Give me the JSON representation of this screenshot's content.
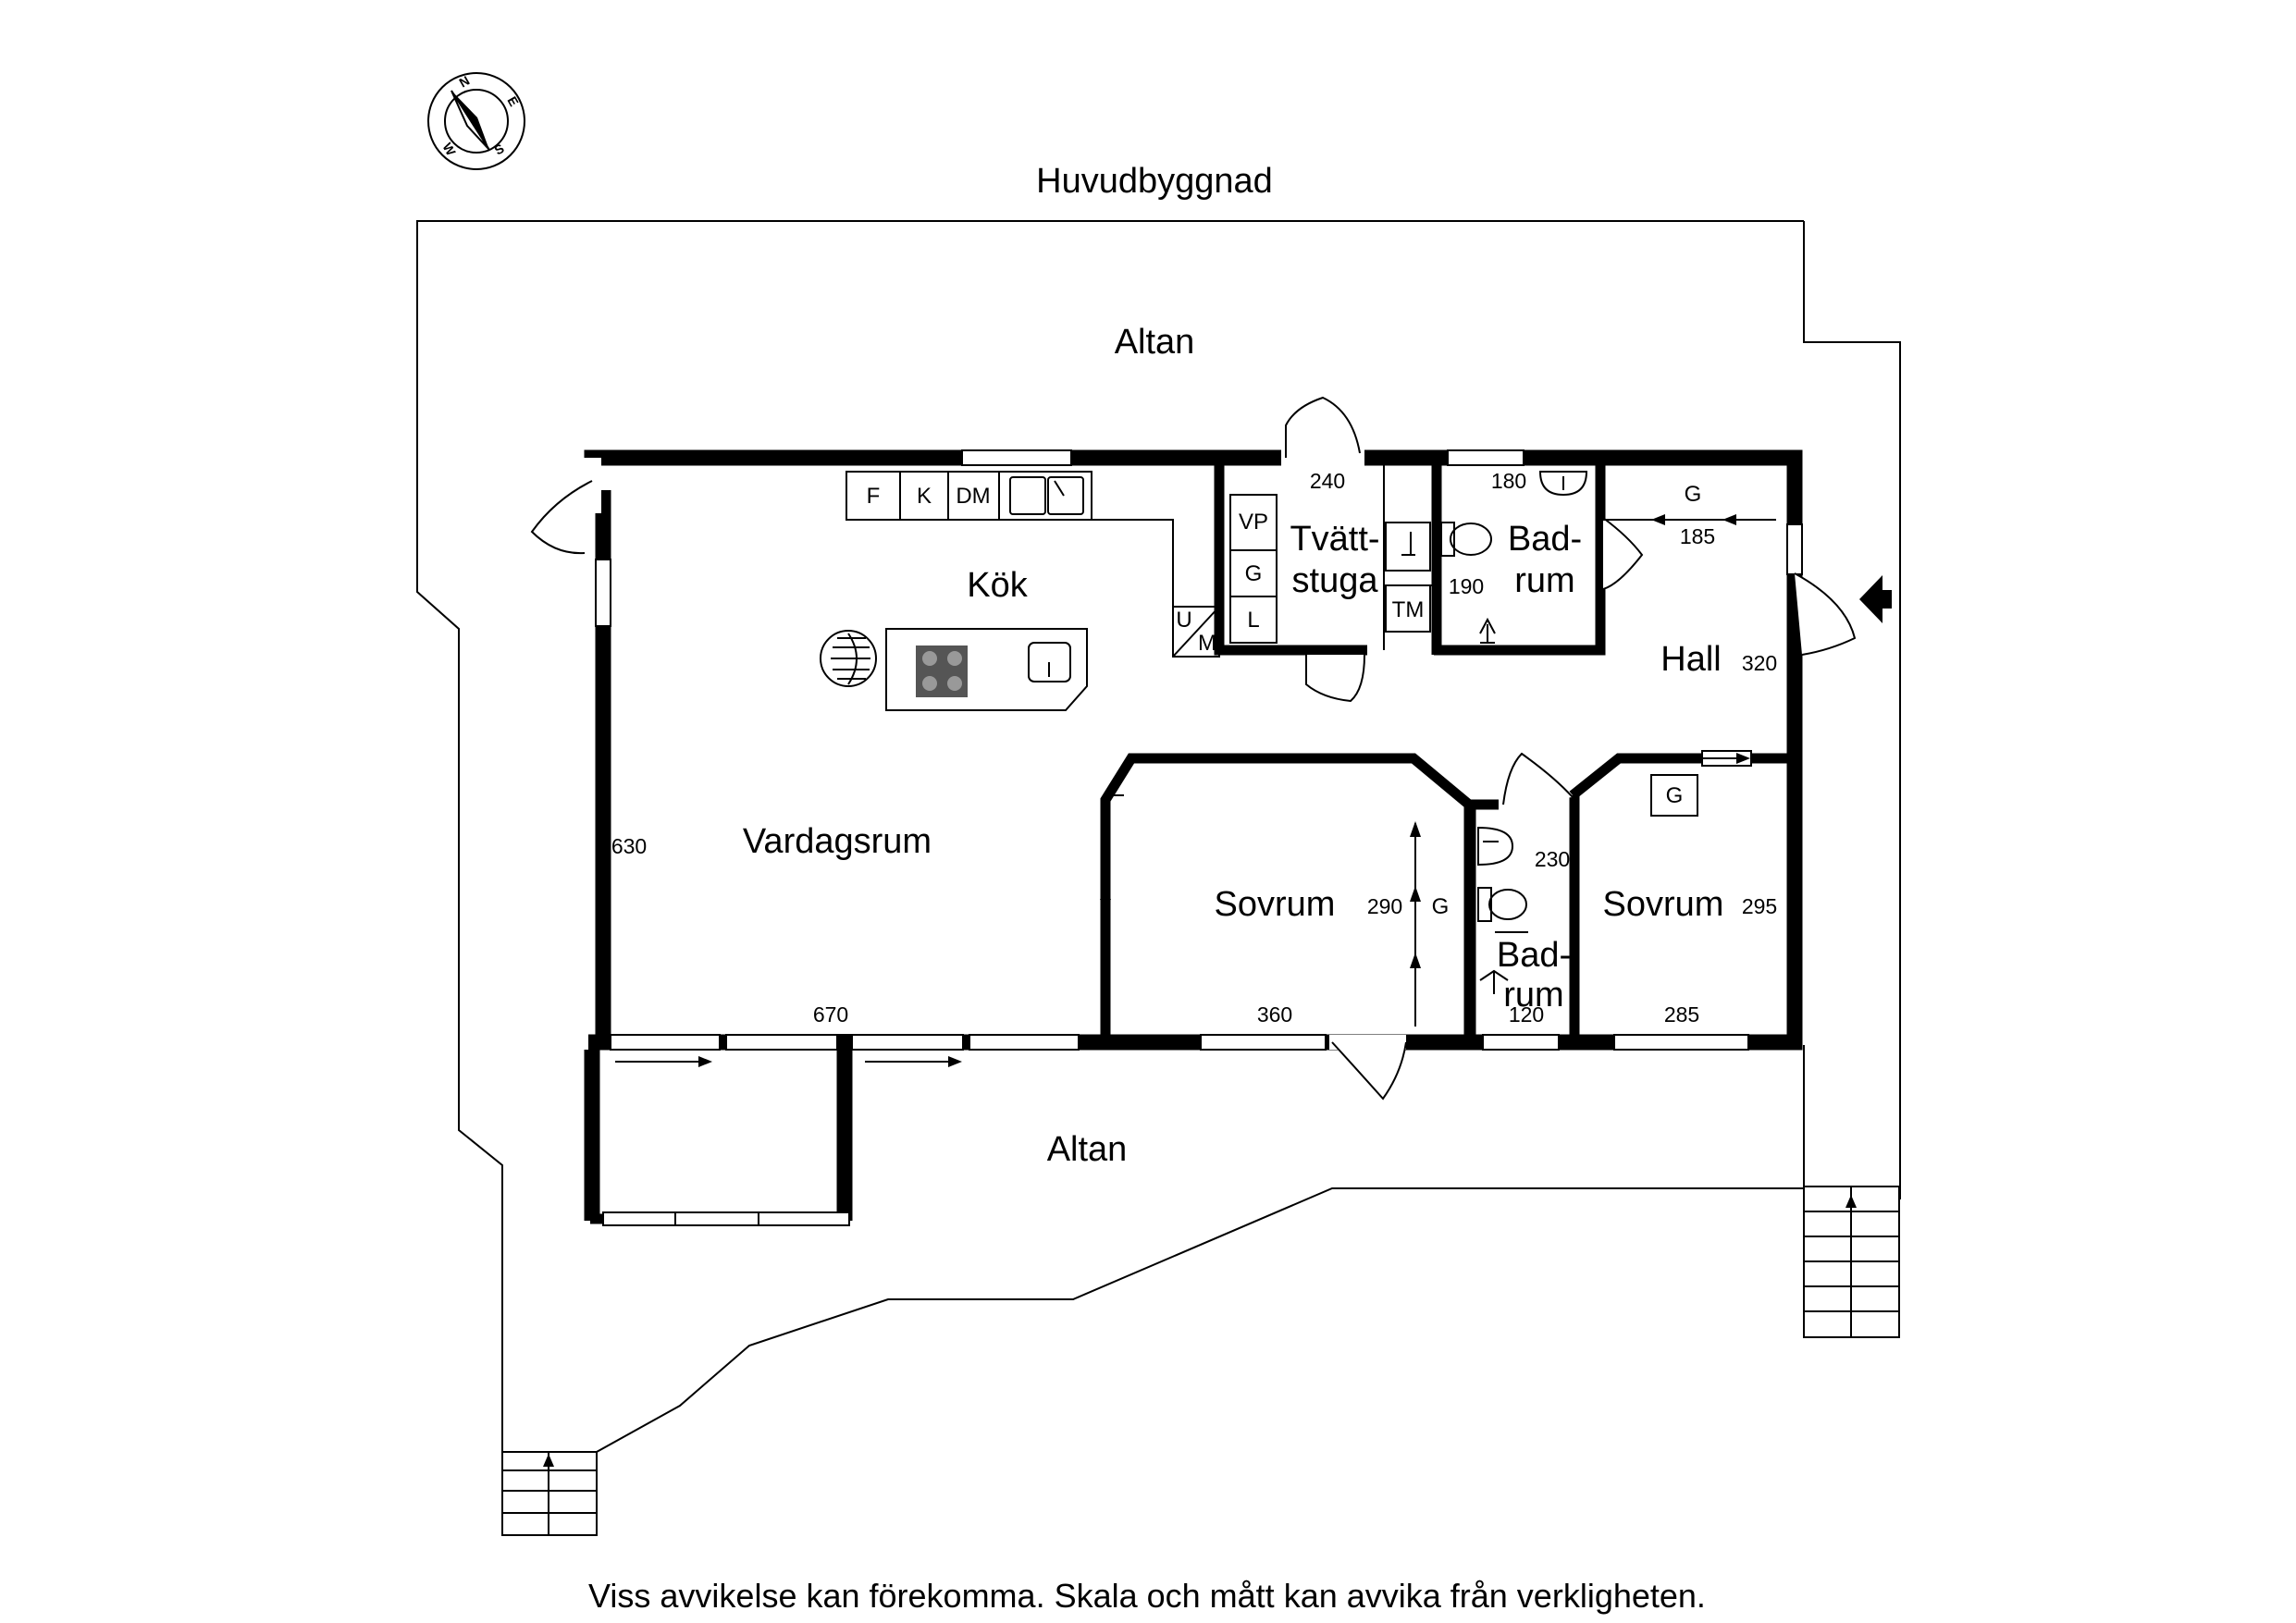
{
  "building_label": "Huvudbyggnad",
  "disclaimer": "Viss avvikelse kan förekomma. Skala och mått kan avvika från verkligheten.",
  "compass": {
    "n": "N",
    "e": "E",
    "s": "S",
    "w": "W"
  },
  "rooms": {
    "altan_top": "Altan",
    "altan_bottom": "Altan",
    "kok": "Kök",
    "vardagsrum": "Vardagsrum",
    "tvattstuga_1": "Tvätt-",
    "tvattstuga_2": "stuga",
    "badrum_1_a": "Bad-",
    "badrum_1_b": "rum",
    "hall": "Hall",
    "sovrum_1": "Sovrum",
    "sovrum_2": "Sovrum",
    "badrum_2_a": "Bad-",
    "badrum_2_b": "rum"
  },
  "dimensions": {
    "d240": "240",
    "d180": "180",
    "d185": "185",
    "d190": "190",
    "d320": "320",
    "d630": "630",
    "d670": "670",
    "d360": "360",
    "d290": "290",
    "d230": "230",
    "d295": "295",
    "d120": "120",
    "d285": "285"
  },
  "fixtures": {
    "f": "F",
    "k": "K",
    "dm": "DM",
    "vp": "VP",
    "g_laundry": "G",
    "l": "L",
    "u": "U",
    "m": "M",
    "tm": "TM",
    "g_hall": "G",
    "g_sovrum1": "G",
    "g_sovrum2": "G"
  }
}
